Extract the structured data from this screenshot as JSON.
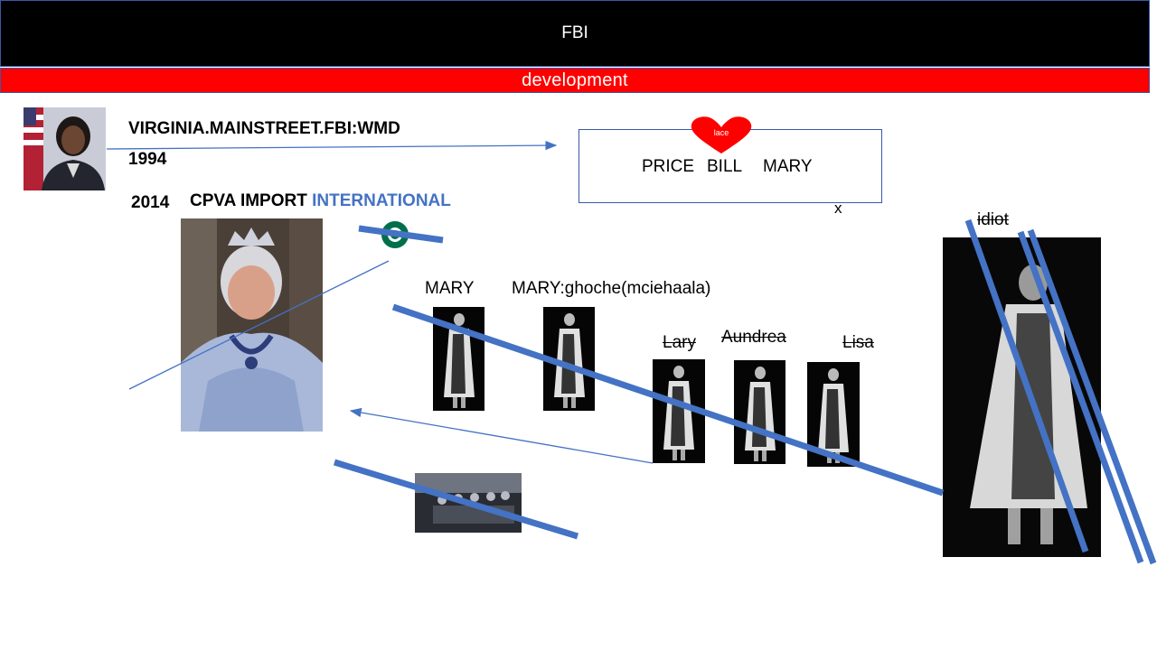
{
  "header": {
    "title": "FBI"
  },
  "subheader": {
    "title": "development"
  },
  "labels": {
    "virginia": "VIRGINIA.MAINSTREET.FBI:WMD",
    "year_1994": "1994",
    "year_2014": "2014",
    "cpva": "CPVA IMPORT",
    "international": "INTERNATIONAL",
    "mary_1": "MARY",
    "mary_2": "MARY:ghoche(mciehaala)",
    "lary": "Lary",
    "aundrea": "Aundrea",
    "lisa": "Lisa",
    "idiot": "idiot",
    "x_mark": "x"
  },
  "box": {
    "heart_text": "lace",
    "names": [
      "PRICE",
      "BILL",
      "MARY"
    ]
  },
  "colors": {
    "accent_blue": "#4472c4",
    "header_bg": "#000000",
    "subheader_bg": "#ff0000",
    "heart": "#ff0000",
    "starbucks": "#00704a"
  },
  "icons": {
    "logo": "starbucks-logo-icon",
    "heart": "heart-icon"
  }
}
